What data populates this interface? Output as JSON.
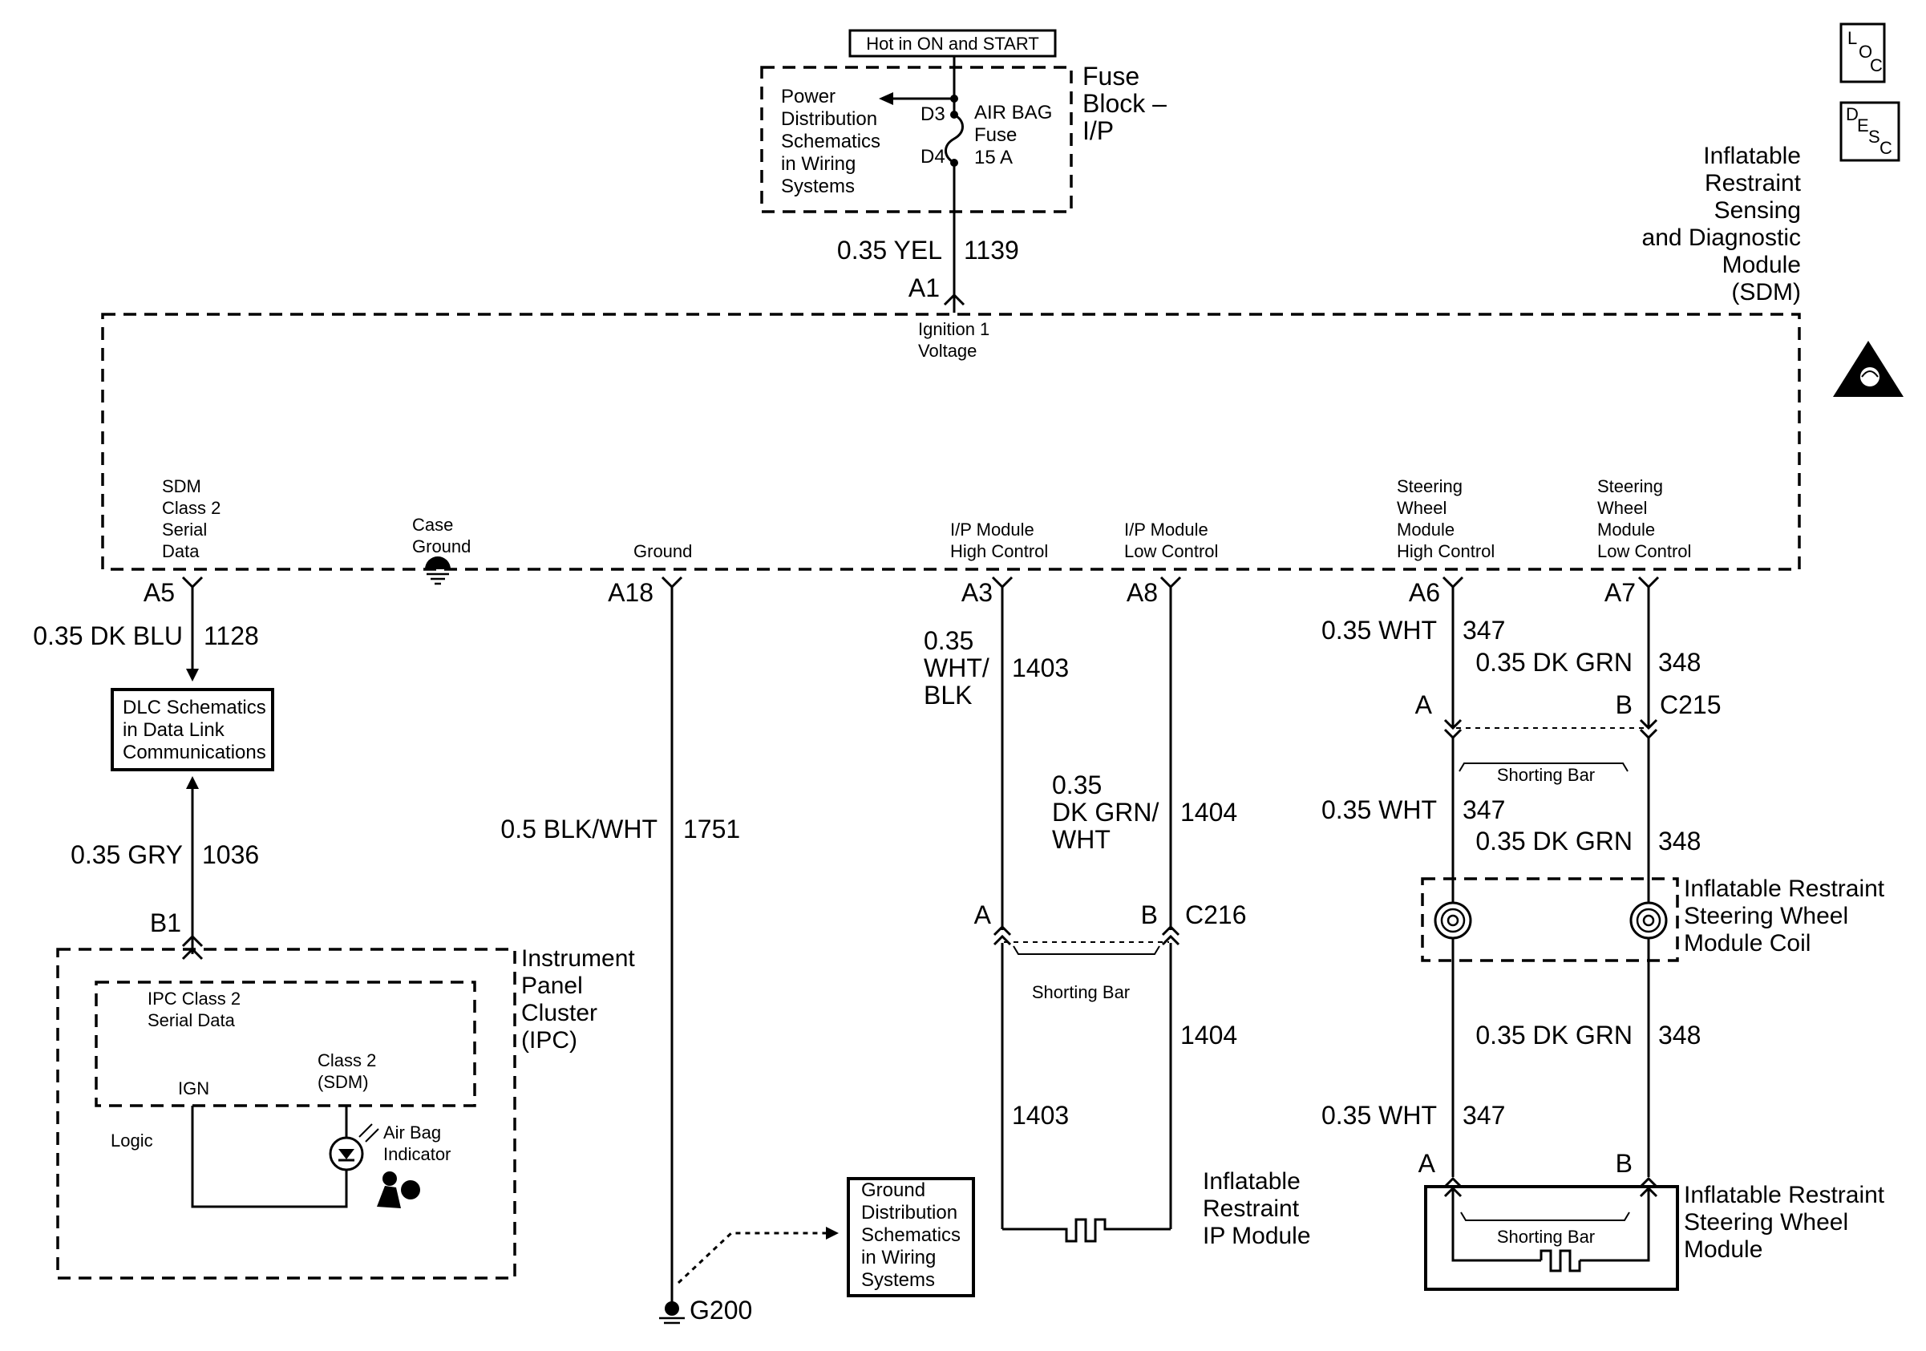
{
  "fuse_block": {
    "hot_label": "Hot in ON and START",
    "power_dist": [
      "Power",
      "Distribution",
      "Schematics",
      "in Wiring",
      "Systems"
    ],
    "pin_in": "D3",
    "pin_out": "D4",
    "fuse_text": [
      "AIR BAG",
      "Fuse",
      "15 A"
    ],
    "title": [
      "Fuse",
      "Block –",
      "I/P"
    ]
  },
  "icons": {
    "loc": [
      "L",
      "O",
      "C"
    ],
    "desc": [
      "D",
      "E",
      "S",
      "C"
    ]
  },
  "sdm": {
    "title": [
      "Inflatable",
      "Restraint",
      "Sensing",
      "and Diagnostic",
      "Module",
      "(SDM)"
    ],
    "ign_wire": {
      "gauge": "0.35 YEL",
      "circuit": "1139",
      "pin": "A1"
    },
    "ign_label": [
      "Ignition 1",
      "Voltage"
    ],
    "pins": {
      "serial": [
        "SDM",
        "Class 2",
        "Serial",
        "Data"
      ],
      "case": [
        "Case",
        "Ground"
      ],
      "ground": "Ground",
      "ip_high": [
        "I/P Module",
        "High Control"
      ],
      "ip_low": [
        "I/P Module",
        "Low Control"
      ],
      "sw_high": [
        "Steering",
        "Wheel",
        "Module",
        "High Control"
      ],
      "sw_low": [
        "Steering",
        "Wheel",
        "Module",
        "Low Control"
      ]
    }
  },
  "serial_circuit": {
    "pin": "A5",
    "gauge": "0.35 DK BLU",
    "circuit": "1128",
    "dlc": [
      "DLC Schematics",
      "in Data Link",
      "Communications"
    ],
    "gauge2": "0.35 GRY",
    "circuit2": "1036",
    "pin2": "B1"
  },
  "ipc": {
    "title": [
      "Instrument",
      "Panel",
      "Cluster",
      "(IPC)"
    ],
    "serial": [
      "IPC Class 2",
      "Serial Data"
    ],
    "class2": [
      "Class 2",
      "(SDM)"
    ],
    "ign": "IGN",
    "logic": "Logic",
    "indicator": [
      "Air Bag",
      "Indicator"
    ]
  },
  "ground_circuit": {
    "pin": "A18",
    "gauge": "0.5 BLK/WHT",
    "circuit": "1751",
    "ground_id": "G200",
    "ground_dist": [
      "Ground",
      "Distribution",
      "Schematics",
      "in Wiring",
      "Systems"
    ]
  },
  "ip_module": {
    "pin_high": "A3",
    "pin_low": "A8",
    "high_gauge": [
      "0.35",
      "WHT/",
      "BLK"
    ],
    "high_circuit": "1403",
    "low_gauge": [
      "0.35",
      "DK GRN/",
      "WHT"
    ],
    "low_circuit": "1404",
    "conn_a": "A",
    "conn_b": "B",
    "connector": "C216",
    "shorting_bar": "Shorting Bar",
    "circuit_low2": "1404",
    "circuit_high2": "1403",
    "title": [
      "Inflatable",
      "Restraint",
      "IP Module"
    ]
  },
  "sw_module": {
    "pin_high": "A6",
    "pin_low": "A7",
    "white": "0.35 WHT",
    "white_circuit": "347",
    "green": "0.35 DK GRN",
    "green_circuit": "348",
    "conn_a": "A",
    "conn_b": "B",
    "connector": "C215",
    "shorting_bar": "Shorting Bar",
    "coil_title": [
      "Inflatable Restraint",
      "Steering Wheel",
      "Module Coil"
    ],
    "module_a": "A",
    "module_b": "B",
    "module_shorting_bar": "Shorting Bar",
    "module_title": [
      "Inflatable Restraint",
      "Steering Wheel",
      "Module"
    ]
  }
}
